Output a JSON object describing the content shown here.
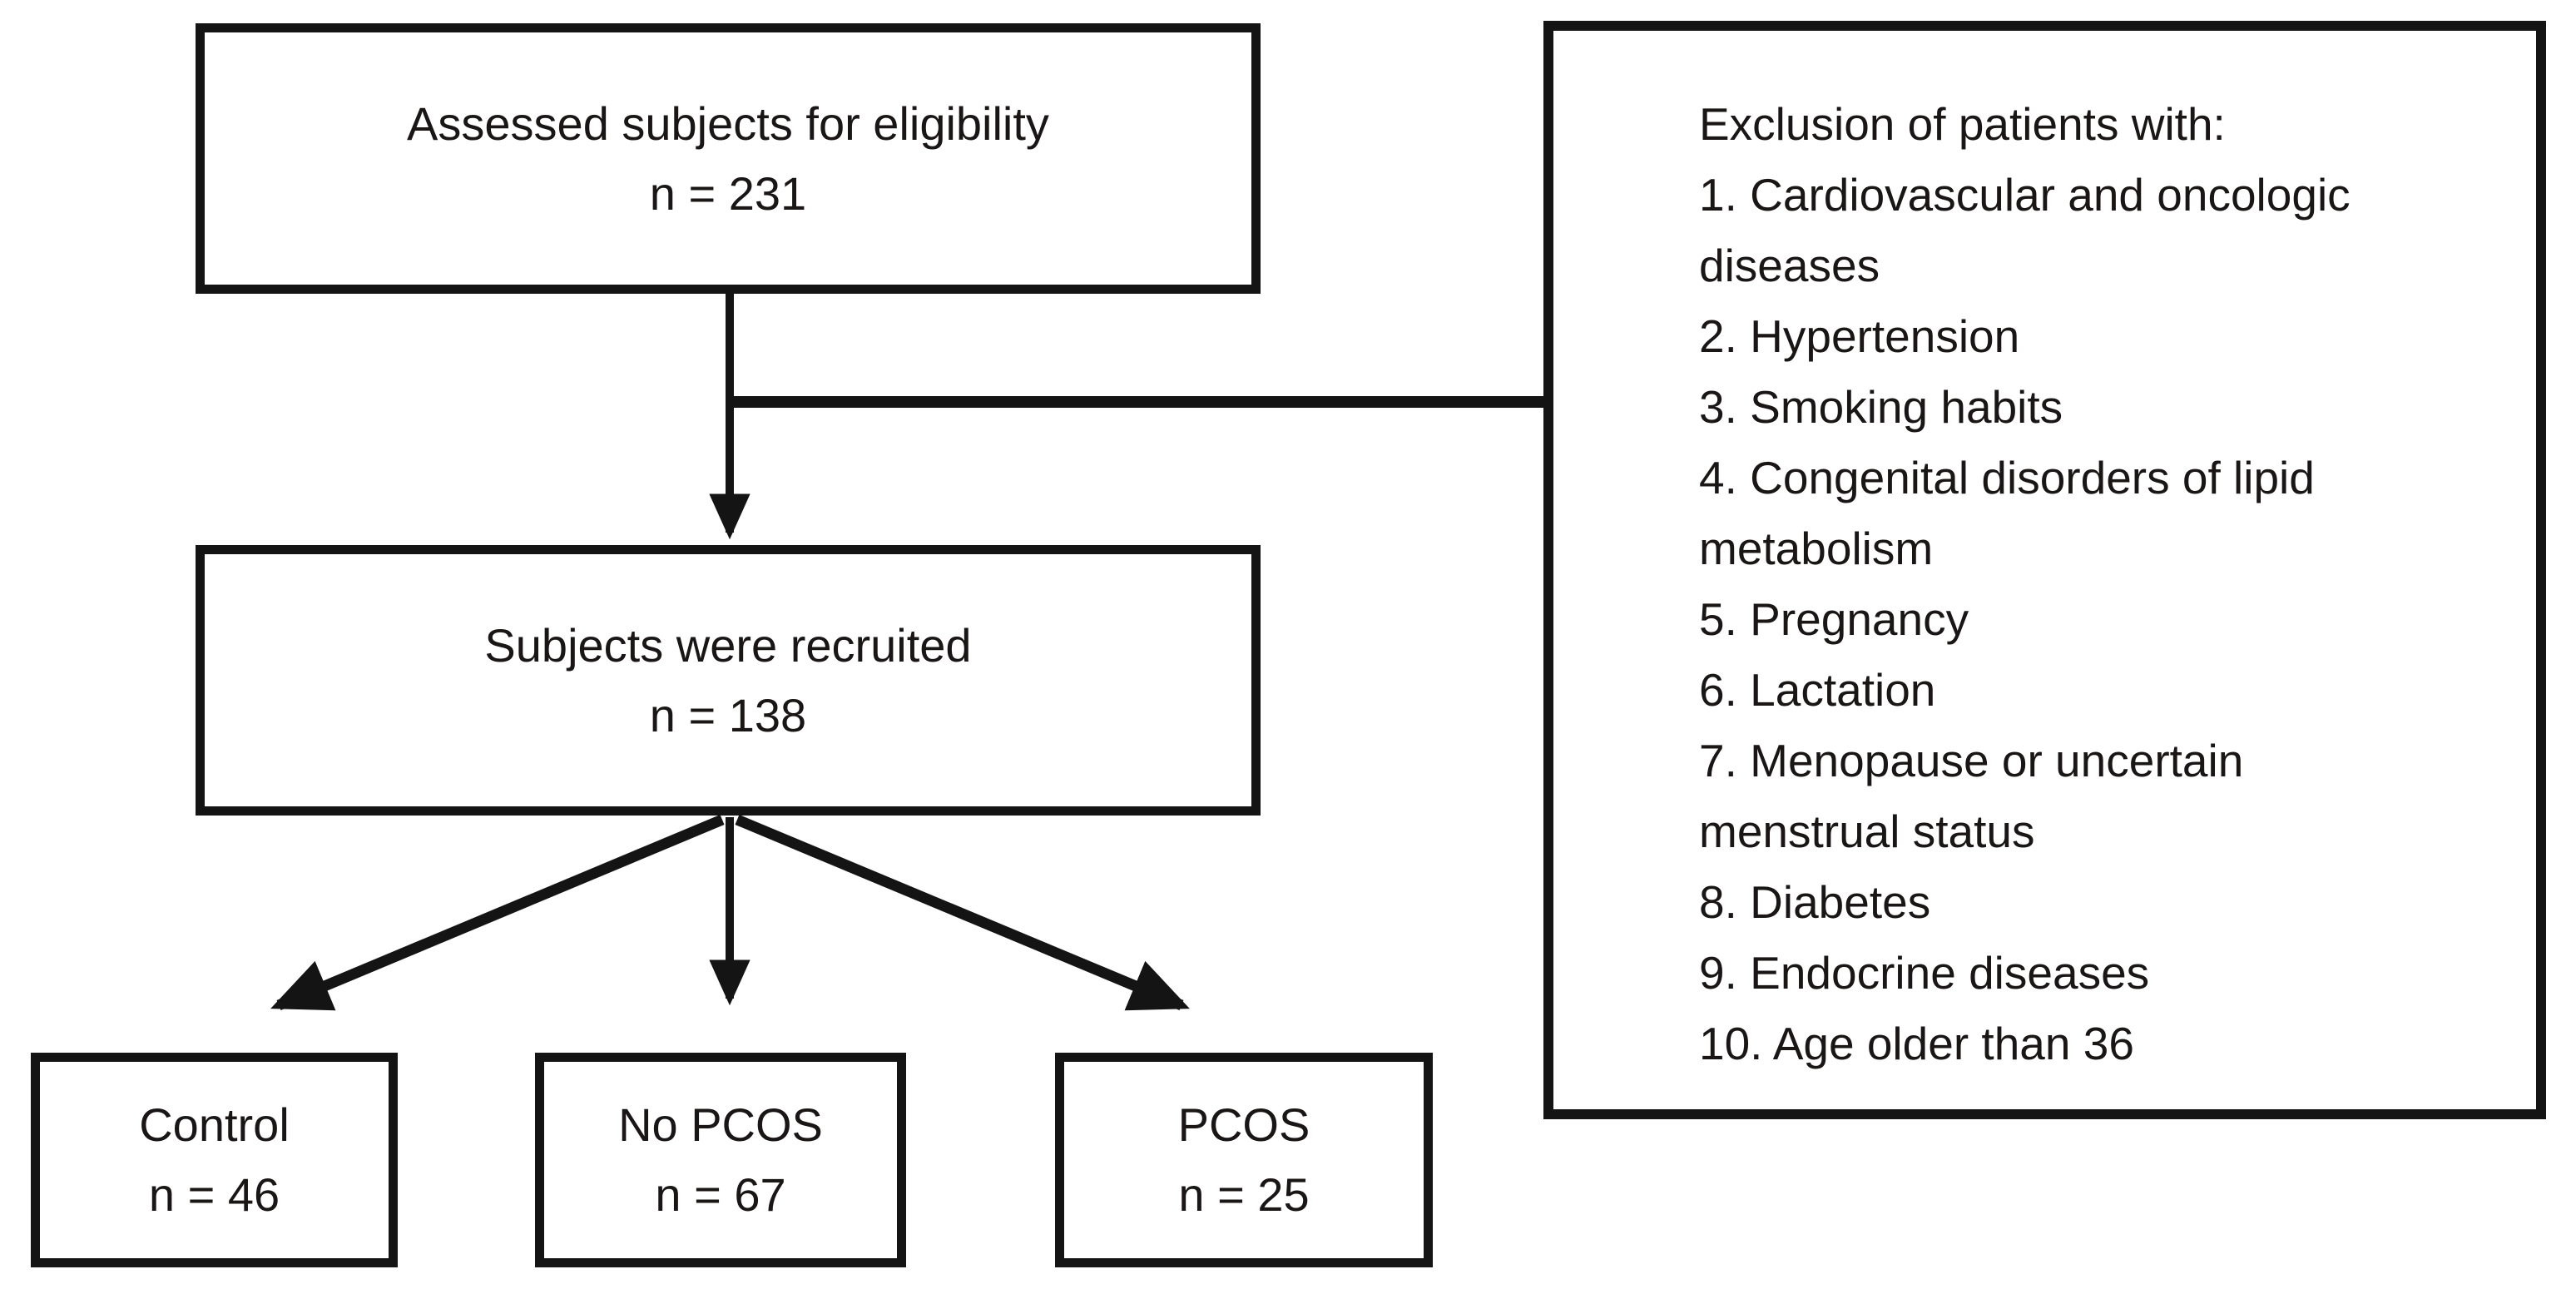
{
  "diagram": {
    "background_color": "#ffffff",
    "line_color": "#141414",
    "text_color": "#1b1616",
    "boxes": {
      "eligibility": {
        "line1": "Assessed subjects for eligibility",
        "line2": "n = 231"
      },
      "recruited": {
        "line1": "Subjects were recruited",
        "line2": "n = 138"
      },
      "control": {
        "line1": "Control",
        "line2": "n = 46"
      },
      "no_pcos": {
        "line1": "No PCOS",
        "line2": "n = 67"
      },
      "pcos": {
        "line1": "PCOS",
        "line2": "n = 25"
      },
      "exclusion": {
        "title": "Exclusion of patients with:",
        "items": [
          "1. Cardiovascular and oncologic diseases",
          "2. Hypertension",
          "3. Smoking habits",
          "4. Congenital disorders of lipid metabolism",
          "5. Pregnancy",
          "6. Lactation",
          "7. Menopause or uncertain menstrual status",
          "8. Diabetes",
          "9. Endocrine diseases",
          "10. Age older than 36"
        ]
      }
    }
  }
}
